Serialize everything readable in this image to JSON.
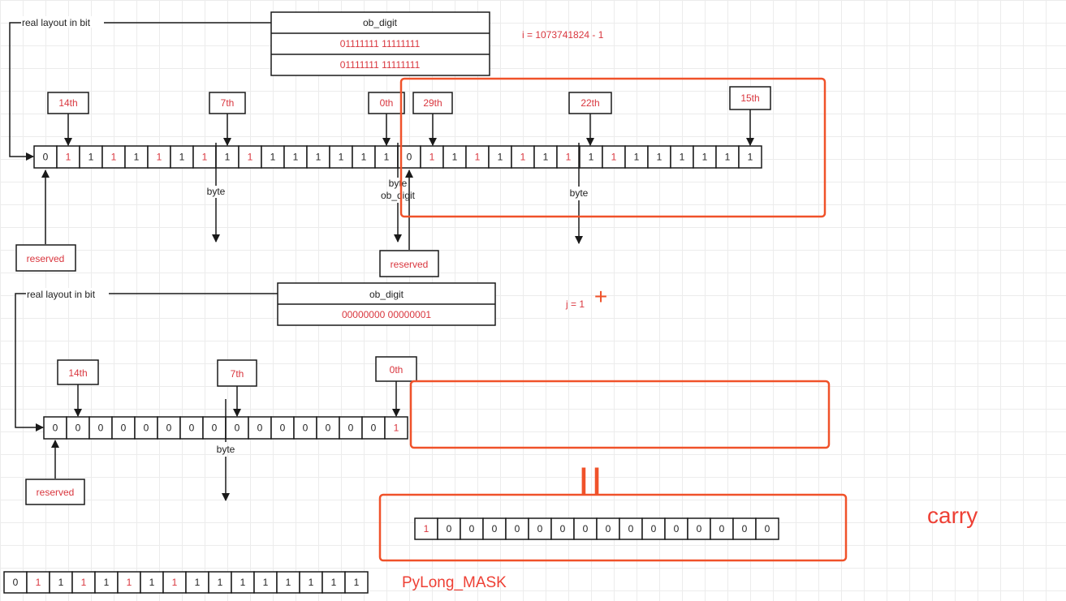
{
  "top": {
    "ob_digit_header": "ob_digit",
    "ob_digit_rows": [
      "01111111 11111111",
      "01111111 11111111"
    ],
    "real_layout_label": "real layout in bit",
    "value_label": "i = 1073741824 - 1",
    "bits_a": [
      "0",
      "1",
      "1",
      "1",
      "1",
      "1",
      "1",
      "1",
      "1",
      "1",
      "1",
      "1",
      "1",
      "1",
      "1",
      "1"
    ],
    "bits_b": [
      "0",
      "1",
      "1",
      "1",
      "1",
      "1",
      "1",
      "1",
      "1",
      "1",
      "1",
      "1",
      "1",
      "1",
      "1",
      "1"
    ],
    "markers": [
      "14th",
      "7th",
      "0th",
      "29th",
      "22th",
      "15th"
    ],
    "byte_labels": [
      "byte",
      "byte",
      "byte"
    ],
    "ob_digit_label": "ob_digit",
    "reserved_labels": [
      "reserved",
      "reserved"
    ]
  },
  "bottom": {
    "ob_digit_header": "ob_digit",
    "ob_digit_rows": [
      "00000000 00000001"
    ],
    "real_layout_label": "real layout in bit",
    "value_label": "j = 1",
    "plus_sign": "+",
    "bits": [
      "0",
      "0",
      "0",
      "0",
      "0",
      "0",
      "0",
      "0",
      "0",
      "0",
      "0",
      "0",
      "0",
      "0",
      "0",
      "1"
    ],
    "markers": [
      "14th",
      "7th",
      "0th"
    ],
    "byte_label": "byte",
    "reserved_label": "reserved"
  },
  "result": {
    "equals_sign": "||",
    "bits": [
      "1",
      "0",
      "0",
      "0",
      "0",
      "0",
      "0",
      "0",
      "0",
      "0",
      "0",
      "0",
      "0",
      "0",
      "0",
      "0"
    ],
    "carry_label": "carry"
  },
  "mask": {
    "bits": [
      "0",
      "1",
      "1",
      "1",
      "1",
      "1",
      "1",
      "1",
      "1",
      "1",
      "1",
      "1",
      "1",
      "1",
      "1",
      "1"
    ],
    "label": "PyLong_MASK"
  },
  "colors": {
    "red_text": "#d9363e",
    "highlight": "#f0522a"
  }
}
